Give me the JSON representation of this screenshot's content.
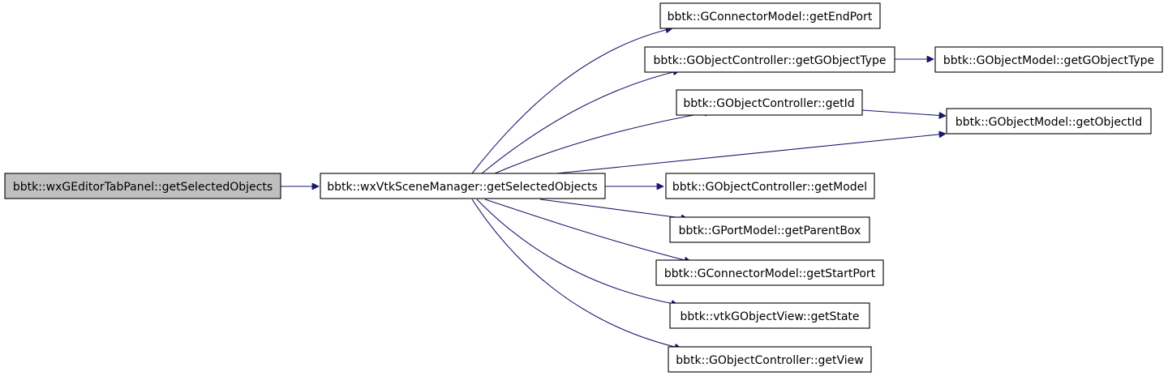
{
  "colors": {
    "edge": "#191970",
    "node_border": "#000000",
    "root_fill": "#bfbfbf",
    "node_fill": "#ffffff"
  },
  "nodes": {
    "root": "bbtk::wxGEditorTabPanel::getSelectedObjects",
    "scene_manager": "bbtk::wxVtkSceneManager::getSelectedObjects",
    "get_end_port": "bbtk::GConnectorModel::getEndPort",
    "controller_get_gobject_type": "bbtk::GObjectController::getGObjectType",
    "model_get_gobject_type": "bbtk::GObjectModel::getGObjectType",
    "controller_get_id": "bbtk::GObjectController::getId",
    "model_get_object_id": "bbtk::GObjectModel::getObjectId",
    "controller_get_model": "bbtk::GObjectController::getModel",
    "port_get_parent_box": "bbtk::GPortModel::getParentBox",
    "get_start_port": "bbtk::GConnectorModel::getStartPort",
    "view_get_state": "bbtk::vtkGObjectView::getState",
    "controller_get_view": "bbtk::GObjectController::getView"
  }
}
